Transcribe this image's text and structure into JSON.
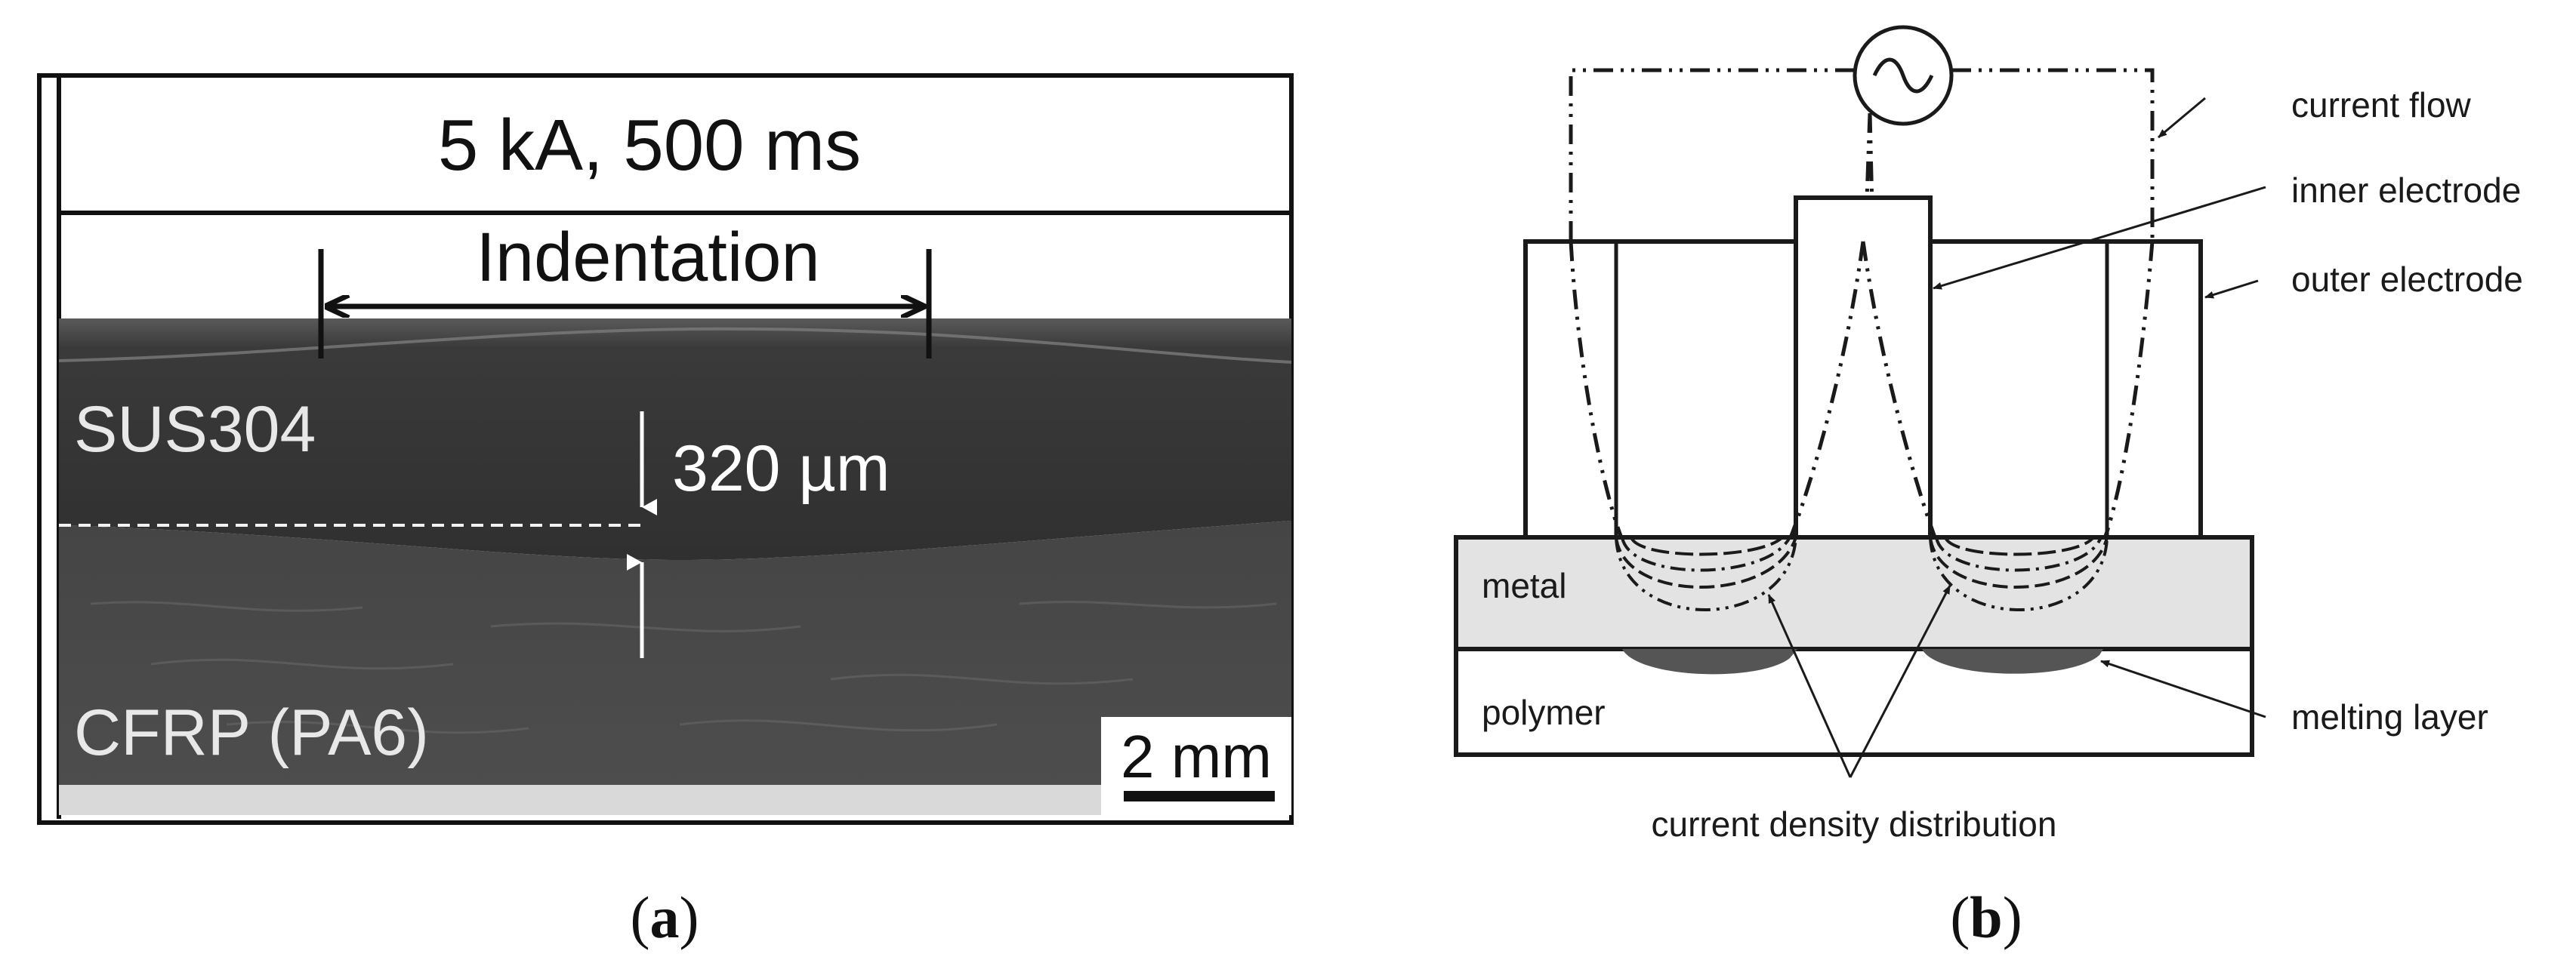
{
  "panel_a": {
    "header": "5 kA, 500 ms",
    "indentation_label": "Indentation",
    "top_material": "SUS304",
    "depth_label": "320 µm",
    "bottom_material": "CFRP (PA6)",
    "scale_bar_label": "2 mm",
    "caption_open": "(",
    "caption_letter": "a",
    "caption_close": ")"
  },
  "panel_b": {
    "labels": {
      "current_flow": "current flow",
      "inner_electrode": "inner electrode",
      "outer_electrode": "outer electrode",
      "melting_layer": "melting layer",
      "metal": "metal",
      "polymer": "polymer",
      "current_density": "current density distribution"
    },
    "ac_source_icon": "ac-source-icon",
    "caption_open": "(",
    "caption_letter": "b",
    "caption_close": ")"
  },
  "colors": {
    "line": "#1a1a1a",
    "metal_fill": "#e3e3e3",
    "melting_fill": "#555555",
    "photo_top": "#363636",
    "photo_bottom": "#4e4e4e"
  }
}
